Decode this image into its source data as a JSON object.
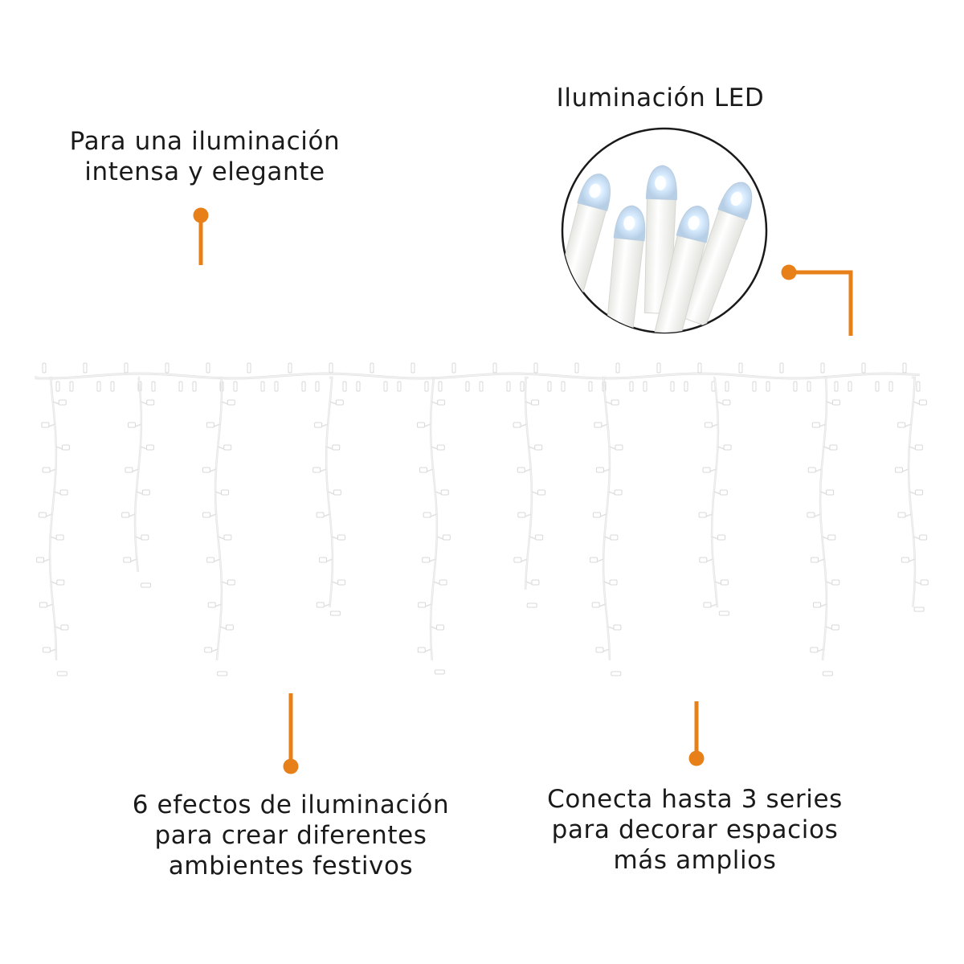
{
  "accent_color": "#e8801a",
  "captions": {
    "top_left": [
      "Para una iluminación",
      "intensa y elegante"
    ],
    "led": [
      "Iluminación LED"
    ],
    "bottom_left": [
      "6 efectos de iluminación",
      "para crear diferentes",
      "ambientes festivos"
    ],
    "bottom_right": [
      "Conecta hasta 3 series",
      "para decorar espacios",
      "más amplios"
    ]
  },
  "product": {
    "type": "icicle-led-light-string",
    "cable_color": "#f2f2f2",
    "bulb_color": "#ffffff",
    "led_glow_color": "#cfe6ff"
  }
}
